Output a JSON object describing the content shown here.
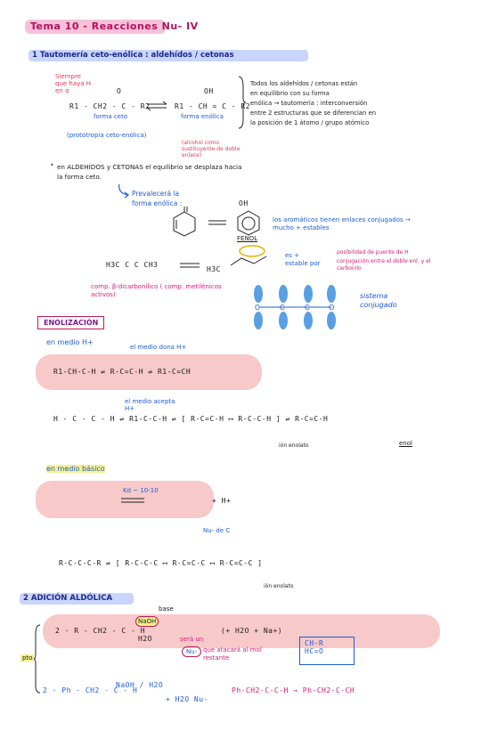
{
  "title": "Tema 10 - Reacciones Nu- IV",
  "section1": {
    "heading": "1 Tautomería ceto-enólica : aldehídos / cetonas",
    "side_note_1": "Siempre que haya H en α",
    "eq_left": "R1 - CH2 - C - R2",
    "eq_right": "R1 - CH = C - R2",
    "label_ceto": "forma ceto",
    "label_enol": "forma enólica",
    "prototropia": "(prototropía ceto-enólica)",
    "alcohol_note": "(alcohol como sustituyente de doble enlace)",
    "brace_text": [
      "Todos los aldehídos / cetonas están",
      "en equilibrio con su forma",
      "enólica → tautomería : interconversión",
      "entre 2 estructuras que se diferencian en",
      "la posición de 1 átomo / grupo atómico"
    ],
    "bullet": "en ALDEHÍDOS y CETONAS el equilibrio se desplaza hacia la forma ceto.",
    "prevalece": "Prevalecerá la forma enólica :",
    "fenol": "FENOL",
    "aromatic_note": "los aromáticos tienen enlaces conjugados → mucho + estables",
    "dicarbonyl_left": "H3C  C  C  CH3",
    "dicarbonyl_note": "comp. β-dicarbonílico ( comp. metilénicos activos)",
    "estable_note": "es + estable por",
    "posib_note": "posibilidad de puente de H",
    "conj_note": "conjugación entre el doble enl. y el carbonilo",
    "sistema": "sistema conjugado"
  },
  "enolizacion": {
    "heading": "ENOLIZACIÓN",
    "acid": "en medio H+",
    "acid_note": "el medio dona H+",
    "base_note": "el medio acepta H+",
    "ion_enolato": "ión enolato",
    "enol": "enol",
    "basic": "en medio básico",
    "kd": "Kd ~ 10-10",
    "nu_c": "Nu- de C",
    "ion_enolato_2": "ión enolato"
  },
  "section2": {
    "heading": "2 ADICIÓN ALDÓLICA",
    "base_label": "base",
    "naoh": "NaOH",
    "h2o": "H2O",
    "sera_un": "será un",
    "nu_text": "Nu-",
    "que_atacara": "que atacará al mol restante",
    "pto": "pto",
    "row1_left": "2 · R - CH2 - C - H",
    "row1_mid": "(+ H2O + Na+)",
    "row2_left": "2 · Ph - CH2 - C - H",
    "row2_reagent": "NaOH / H2O",
    "row2_plus": "+ H2O  Nu-"
  }
}
